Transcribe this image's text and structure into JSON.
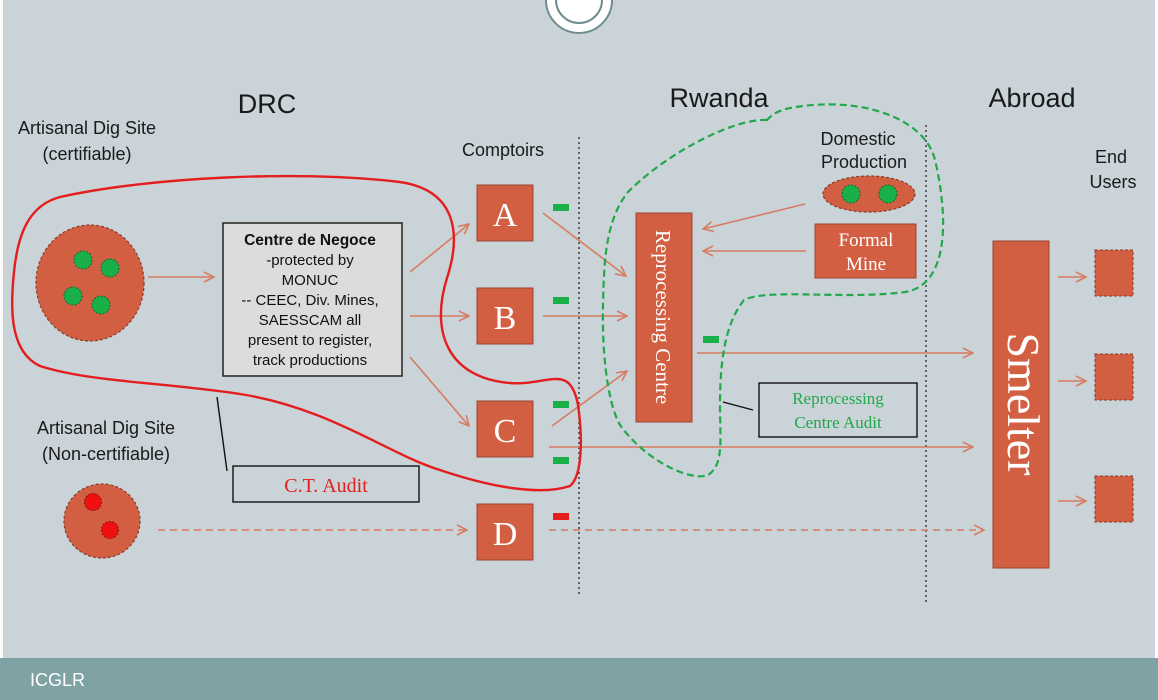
{
  "regions": {
    "drc": "DRC",
    "rwanda": "Rwanda",
    "abroad": "Abroad"
  },
  "sources": {
    "certifiable": [
      "Artisanal Dig Site",
      "(certifiable)"
    ],
    "non_certifiable": [
      "Artisanal Dig Site",
      "(Non-certifiable)"
    ]
  },
  "centre_de_negoce": {
    "title": "Centre de Negoce",
    "lines": [
      "-protected by",
      "MONUC",
      "-- CEEC, Div. Mines,",
      "SAESSCAM all",
      "present to register,",
      "track productions"
    ]
  },
  "comptoirs": {
    "heading": "Comptoirs",
    "items": [
      "A",
      "B",
      "C",
      "D"
    ]
  },
  "reprocessing_centre": "Reprocessing Centre",
  "domestic_production": [
    "Domestic",
    "Production"
  ],
  "formal_mine": [
    "Formal",
    "Mine"
  ],
  "smelter": "Smelter",
  "end_users": [
    "End",
    "Users"
  ],
  "audits": {
    "ct_audit": "C.T. Audit",
    "reprocessing_audit": [
      "Reprocessing",
      "Centre Audit"
    ]
  },
  "footer": {
    "label": "ICGLR"
  },
  "colors": {
    "background": "#c9d3d8",
    "node_fill": "#d35f42",
    "arrow": "#d87c61",
    "certified_red": "#e41e1e",
    "audit_green": "#22a84a",
    "green_dot": "#19b04a",
    "red_dot": "#f01010",
    "footer": "#7fa3a5"
  }
}
